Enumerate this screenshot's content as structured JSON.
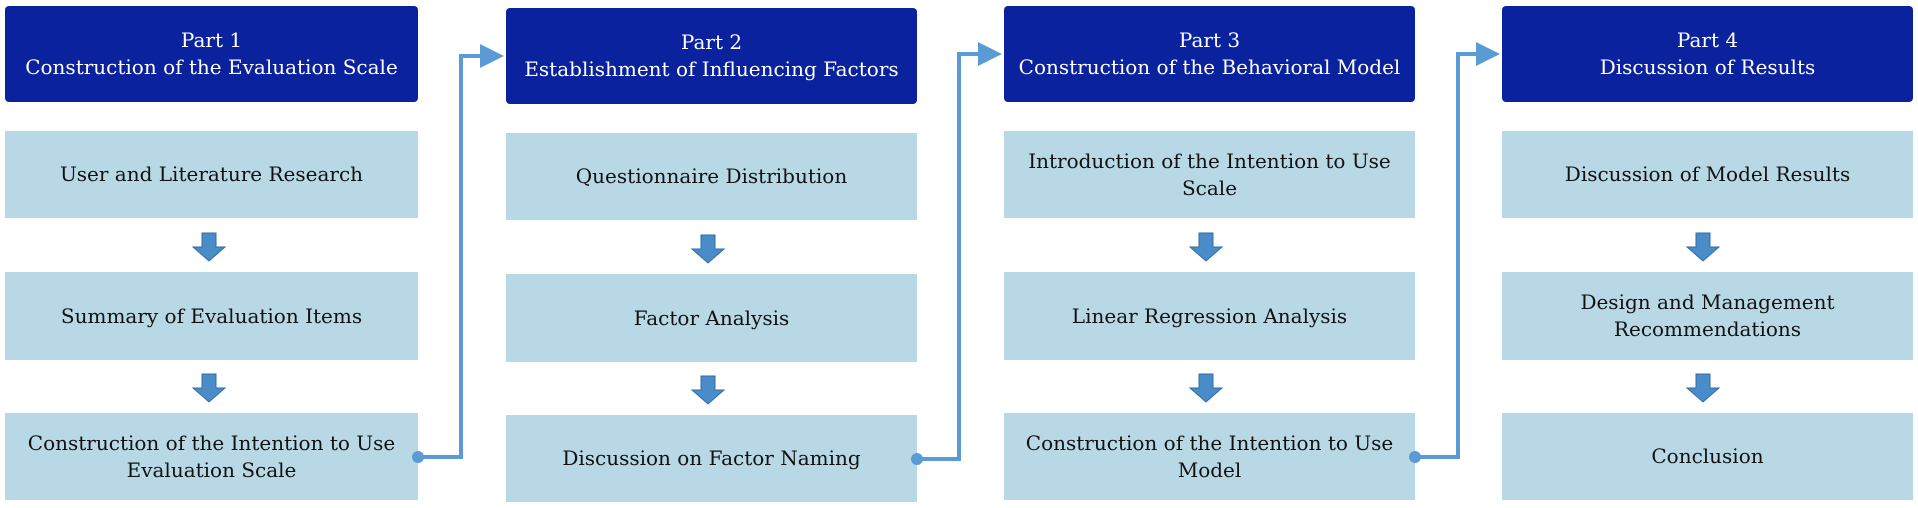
{
  "parts": [
    {
      "number": "Part 1",
      "title": "Construction of the Evaluation Scale",
      "steps": [
        "User and Literature Research",
        "Summary of Evaluation Items",
        "Construction of the Intention to Use Evaluation Scale"
      ]
    },
    {
      "number": "Part 2",
      "title": "Establishment of Influencing Factors",
      "steps": [
        "Questionnaire Distribution",
        "Factor Analysis",
        "Discussion on Factor Naming"
      ]
    },
    {
      "number": "Part 3",
      "title": "Construction of the Behavioral Model",
      "steps": [
        "Introduction of the Intention to Use Scale",
        "Linear Regression Analysis",
        "Construction of the Intention to Use Model"
      ]
    },
    {
      "number": "Part 4",
      "title": "Discussion of Results",
      "steps": [
        "Discussion of Model Results",
        "Design and Management Recommendations",
        "Conclusion"
      ]
    }
  ],
  "colors": {
    "header": "#0a229e",
    "step_box": "#b8d8e6",
    "arrow": "#4a8cc8",
    "connector": "#5b9bd5"
  }
}
